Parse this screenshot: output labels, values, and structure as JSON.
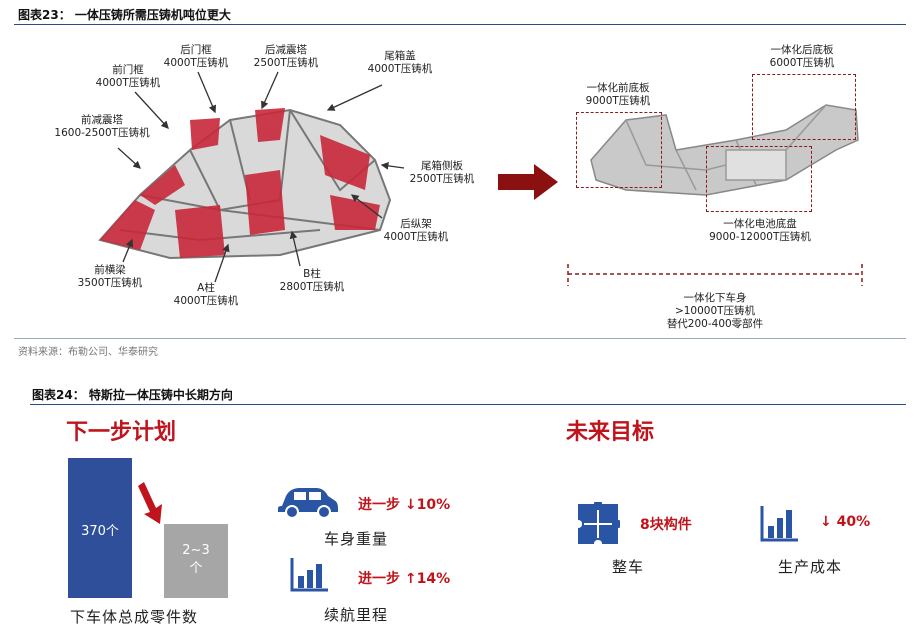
{
  "fig23": {
    "title": "图表23：  一体压铸所需压铸机吨位更大",
    "callouts": {
      "front_door_frame": [
        "前门框",
        "4000T压铸机"
      ],
      "rear_door_frame": [
        "后门框",
        "4000T压铸机"
      ],
      "rear_shock_tower": [
        "后减震塔",
        "2500T压铸机"
      ],
      "trunk_lid": [
        "尾箱盖",
        "4000T压铸机"
      ],
      "front_shock_tower": [
        "前减震塔",
        "1600-2500T压铸机"
      ],
      "trunk_side_panel": [
        "尾箱侧板",
        "2500T压铸机"
      ],
      "rear_rail": [
        "后纵架",
        "4000T压铸机"
      ],
      "front_crossbeam": [
        "前横梁",
        "3500T压铸机"
      ],
      "a_pillar": [
        "A柱",
        "4000T压铸机"
      ],
      "b_pillar": [
        "B柱",
        "2800T压铸机"
      ],
      "front_underbody": [
        "一体化前底板",
        "9000T压铸机"
      ],
      "rear_underbody": [
        "一体化后底板",
        "6000T压铸机"
      ],
      "battery_tray": [
        "一体化电池底盘",
        "9000-12000T压铸机"
      ],
      "lower_body": [
        "一体化下车身",
        ">10000T压铸机",
        "替代200-400零部件"
      ]
    },
    "source": "资料来源：布勒公司、华泰研究"
  },
  "fig24": {
    "title": "图表24：  特斯拉一体压铸中长期方向",
    "next_step": "下一步计划",
    "future_goal": "未来目标",
    "bars": [
      {
        "label": "370个",
        "value": 370
      },
      {
        "label": "2~3个",
        "value": 2.5
      }
    ],
    "bar_caption": "下车体总成零件数",
    "items": {
      "weight_change": "进一步",
      "weight_value": "10%",
      "weight_label": "车身重量",
      "range_change": "进一步",
      "range_value": "14%",
      "range_label": "续航里程",
      "parts_count": "8块构件",
      "vehicle_label": "整车",
      "cost_value": "40%",
      "cost_label": "生产成本"
    },
    "colors": {
      "accent_red": "#c0141c",
      "bar_blue": "#2f4f9a",
      "bar_gray": "#a6a6a6",
      "icon_blue": "#2a55a4"
    }
  }
}
